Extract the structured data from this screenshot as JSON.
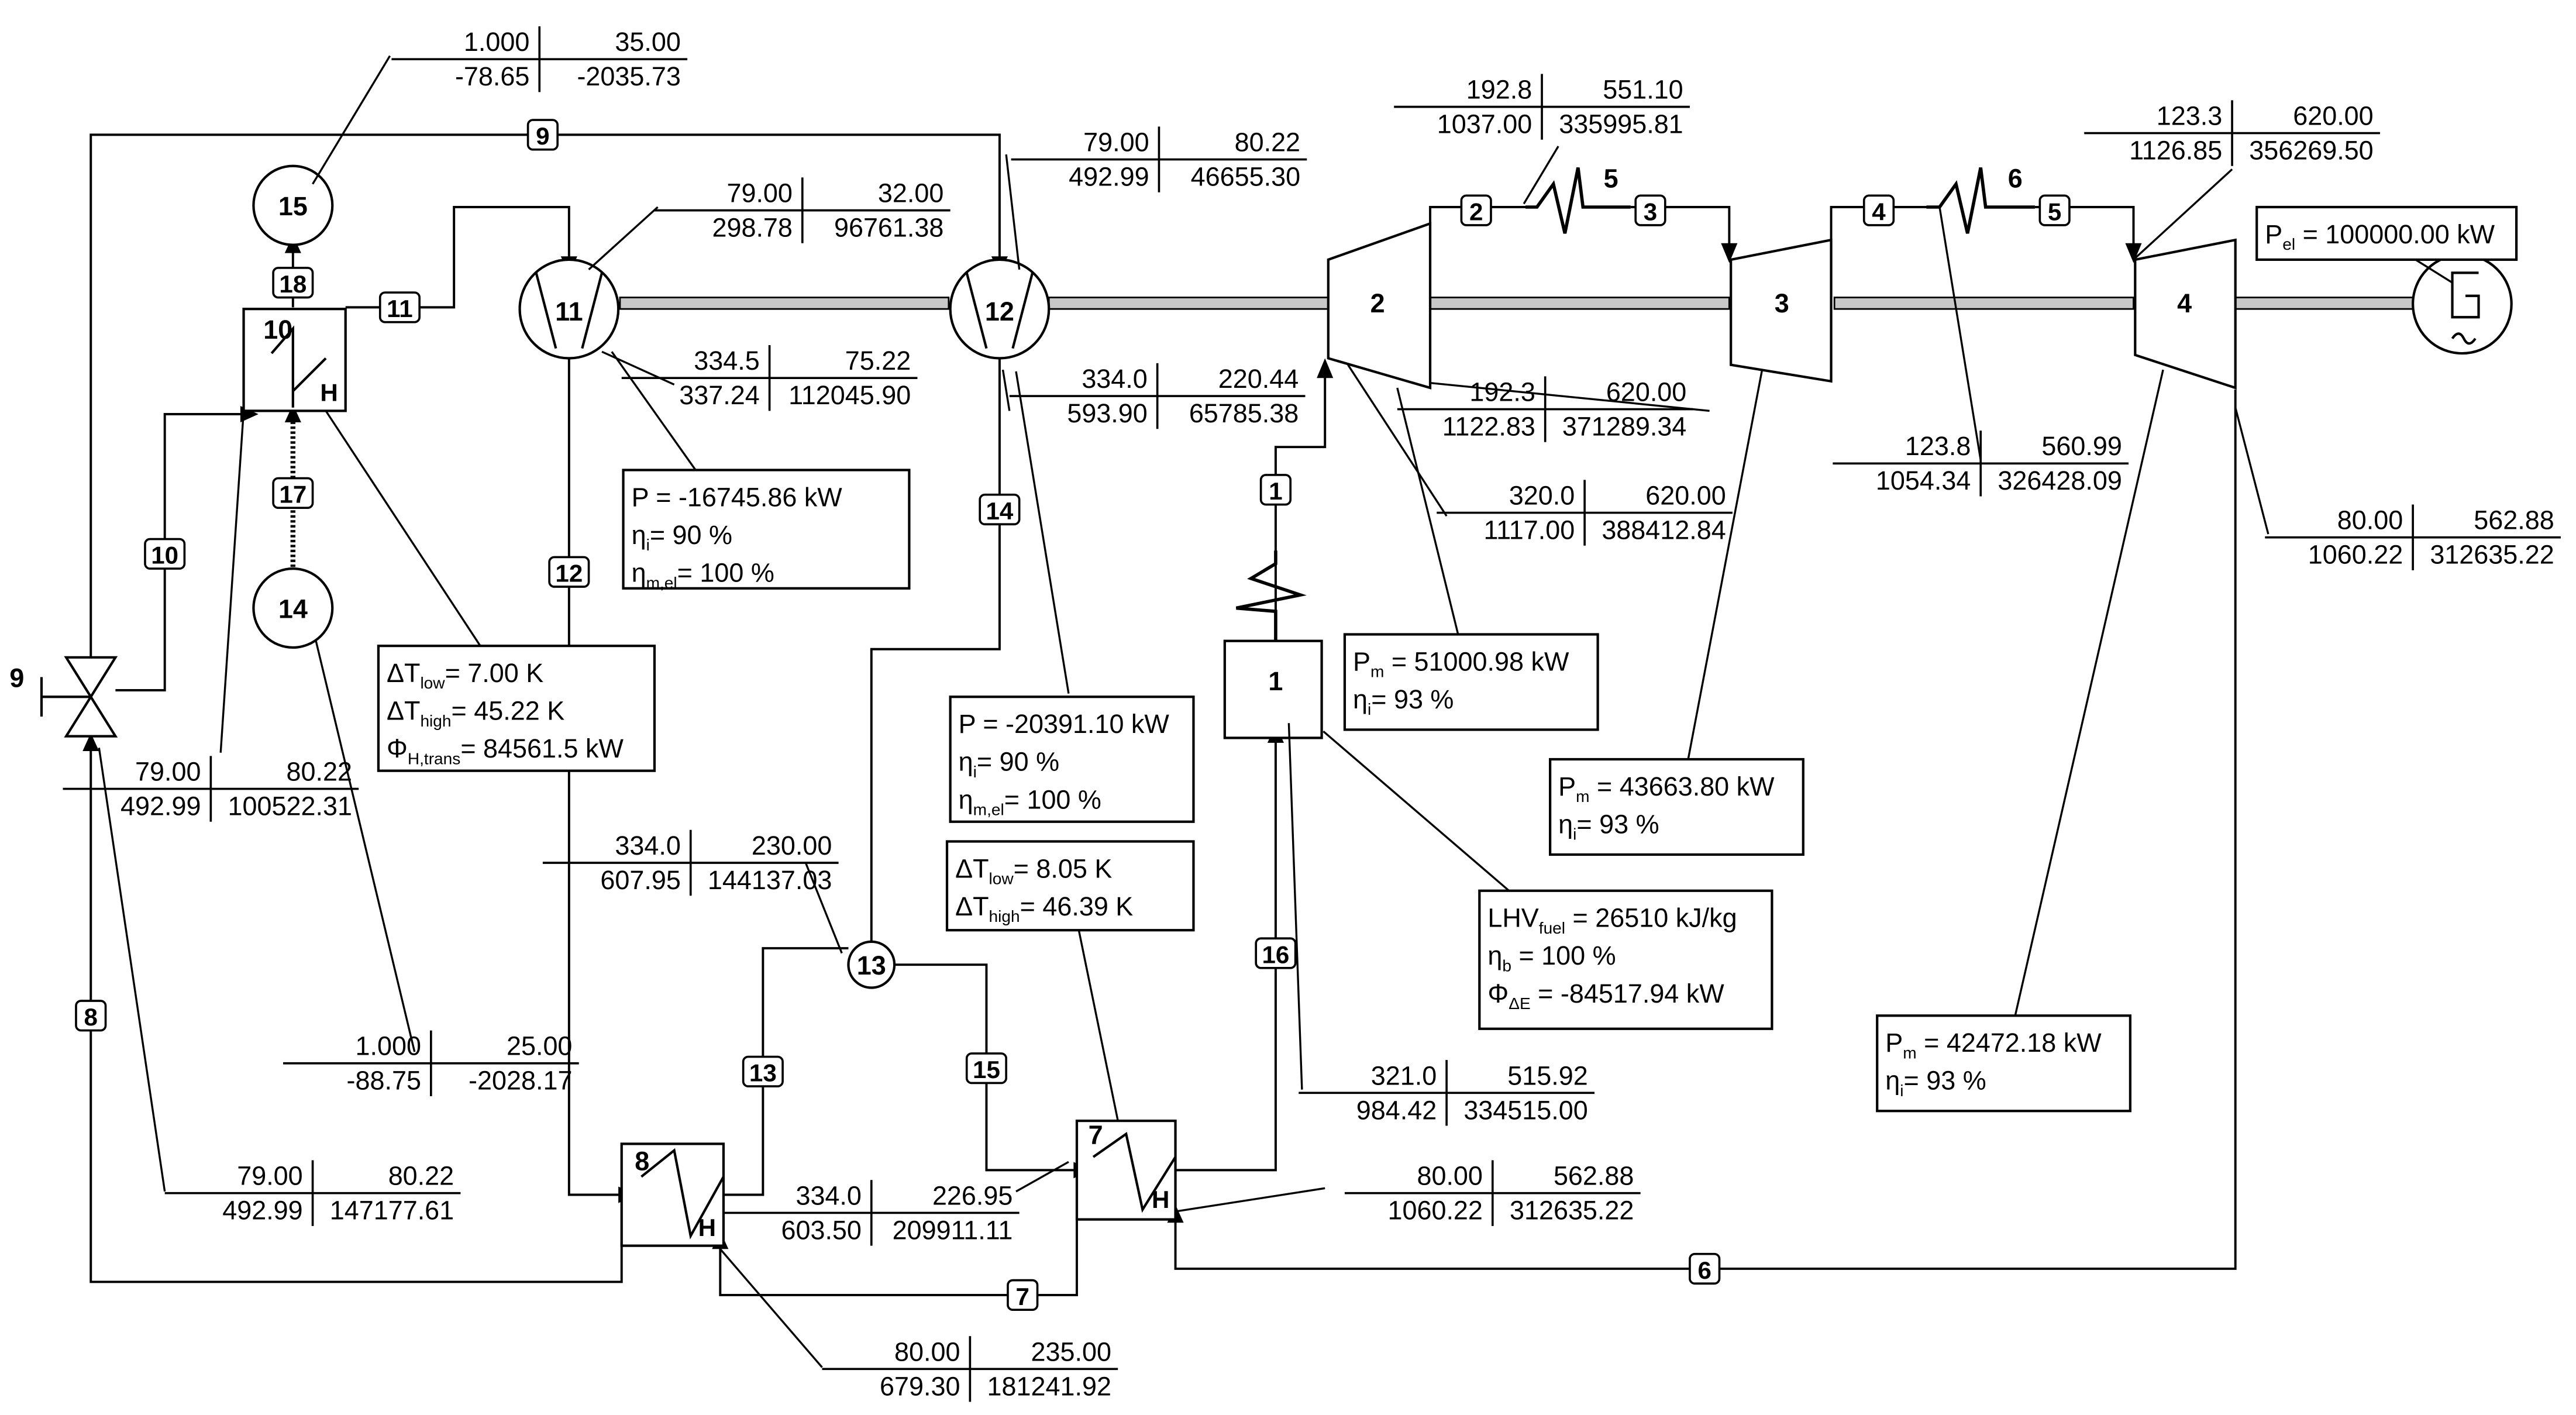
{
  "components": [
    {
      "id": "1",
      "label": "1"
    },
    {
      "id": "2",
      "label": "2"
    },
    {
      "id": "3",
      "label": "3"
    },
    {
      "id": "4",
      "label": "4"
    },
    {
      "id": "7",
      "label": "7"
    },
    {
      "id": "8",
      "label": "8"
    },
    {
      "id": "9",
      "label": "9"
    },
    {
      "id": "10",
      "label": "10"
    },
    {
      "id": "11",
      "label": "11"
    },
    {
      "id": "12",
      "label": "12"
    },
    {
      "id": "13",
      "label": "13"
    },
    {
      "id": "14",
      "label": "14"
    },
    {
      "id": "15",
      "label": "15"
    },
    {
      "id": "5",
      "label": "5"
    },
    {
      "id": "6",
      "label": "6"
    }
  ],
  "hx_markers": {
    "H": "H"
  },
  "stream_tags": [
    "1",
    "2",
    "3",
    "4",
    "5",
    "6",
    "7",
    "8",
    "9",
    "10",
    "11",
    "12",
    "13",
    "14",
    "15",
    "16",
    "17",
    "18"
  ],
  "stream_tables": [
    {
      "id": "s15",
      "p": "1.000",
      "t": "35.00",
      "h": "-78.65",
      "m": "-2035.73"
    },
    {
      "id": "s9",
      "p": "79.00",
      "t": "80.22",
      "h": "492.99",
      "m": "46655.30"
    },
    {
      "id": "s11in",
      "p": "79.00",
      "t": "32.00",
      "h": "298.78",
      "m": "96761.38"
    },
    {
      "id": "s3",
      "p": "192.8",
      "t": "551.10",
      "h": "1037.00",
      "m": "335995.81"
    },
    {
      "id": "s5",
      "p": "123.3",
      "t": "620.00",
      "h": "1126.85",
      "m": "356269.50"
    },
    {
      "id": "s11out",
      "p": "334.5",
      "t": "75.22",
      "h": "337.24",
      "m": "112045.90"
    },
    {
      "id": "s14",
      "p": "334.0",
      "t": "220.44",
      "h": "593.90",
      "m": "65785.38"
    },
    {
      "id": "s2",
      "p": "192.3",
      "t": "620.00",
      "h": "1122.83",
      "m": "371289.34"
    },
    {
      "id": "s4",
      "p": "123.8",
      "t": "560.99",
      "h": "1054.34",
      "m": "326428.09"
    },
    {
      "id": "s1",
      "p": "320.0",
      "t": "620.00",
      "h": "1117.00",
      "m": "388412.84"
    },
    {
      "id": "s6a",
      "p": "80.00",
      "t": "562.88",
      "h": "1060.22",
      "m": "312635.22"
    },
    {
      "id": "s10",
      "p": "79.00",
      "t": "80.22",
      "h": "492.99",
      "m": "100522.31"
    },
    {
      "id": "s12",
      "p": "334.0",
      "t": "230.00",
      "h": "607.95",
      "m": "144137.03"
    },
    {
      "id": "s17",
      "p": "1.000",
      "t": "25.00",
      "h": "-88.75",
      "m": "-2028.17"
    },
    {
      "id": "s16",
      "p": "321.0",
      "t": "515.92",
      "h": "984.42",
      "m": "334515.00"
    },
    {
      "id": "s8",
      "p": "79.00",
      "t": "80.22",
      "h": "492.99",
      "m": "147177.61"
    },
    {
      "id": "s13",
      "p": "334.0",
      "t": "226.95",
      "h": "603.50",
      "m": "209911.11"
    },
    {
      "id": "s6b",
      "p": "80.00",
      "t": "562.88",
      "h": "1060.22",
      "m": "312635.22"
    },
    {
      "id": "s7",
      "p": "80.00",
      "t": "235.00",
      "h": "679.30",
      "m": "181241.92"
    }
  ],
  "info_boxes": {
    "pump11": {
      "line1": "P = -16745.86 kW",
      "l2_sym": "η",
      "l2_sub": "i",
      "l2_val": "= 90 %",
      "l3_sym": "η",
      "l3_sub": "m,el",
      "l3_val": "= 100 %"
    },
    "pump12": {
      "line1": "P = -20391.10 kW",
      "l2_sym": "η",
      "l2_sub": "i",
      "l2_val": "= 90 %",
      "l3_sym": "η",
      "l3_sub": "m,el",
      "l3_val": "= 100 %"
    },
    "hx10": {
      "l1_sym": "ΔT",
      "l1_sub": "low",
      "l1_val": "=      7.00 K",
      "l2_sym": "ΔT",
      "l2_sub": "high",
      "l2_val": "=     45.22 K",
      "l3_sym": "Φ",
      "l3_sub": "H,trans",
      "l3_val": "= 84561.5 kW"
    },
    "hx7": {
      "l1_sym": "ΔT",
      "l1_sub": "low",
      "l1_val": "=      8.05 K",
      "l2_sym": "ΔT",
      "l2_sub": "high",
      "l2_val": "=     46.39 K"
    },
    "turb2": {
      "l1_sym": "P",
      "l1_sub": "m",
      "l1_val": " =  51000.98 kW",
      "l2_sym": "η",
      "l2_sub": "i",
      "l2_val": "= 93 %"
    },
    "turb3": {
      "l1_sym": "P",
      "l1_sub": "m",
      "l1_val": " =  43663.80 kW",
      "l2_sym": "η",
      "l2_sub": "i",
      "l2_val": "= 93 %"
    },
    "turb4": {
      "l1_sym": "P",
      "l1_sub": "m",
      "l1_val": " =  42472.18 kW",
      "l2_sym": "η",
      "l2_sub": "i",
      "l2_val": "= 93 %"
    },
    "boiler": {
      "l1_sym": "LHV",
      "l1_sub": "fuel",
      "l1_val": " =   26510 kJ/kg",
      "l2_sym": "η",
      "l2_sub": "b",
      "l2_val": " = 100 %",
      "l3_sym": "Φ",
      "l3_sub": "ΔE",
      "l3_val": " = -84517.94 kW"
    },
    "gen": {
      "l1_sym": "P",
      "l1_sub": "el",
      "l1_val": " = 100000.00 kW"
    }
  }
}
